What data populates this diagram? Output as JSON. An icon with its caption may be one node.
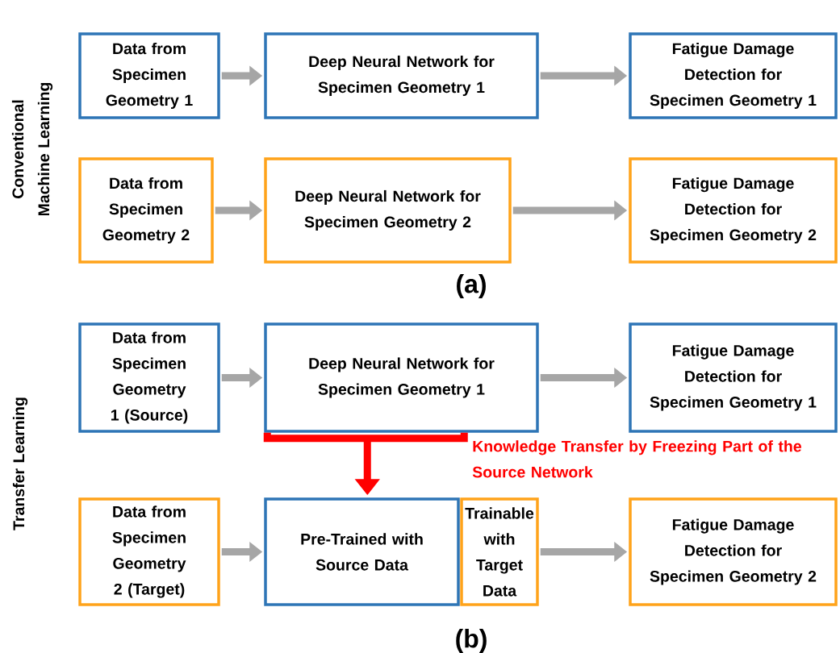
{
  "diagram": {
    "nodes": [
      {
        "text": [
          "Data from Specimen Geometry 1"
        ]
      },
      {
        "text": [
          "Deep Neural Network for Specimen Geometry 1"
        ]
      },
      {
        "text": [
          "Fatigue Damage Detection for Specimen Geometry 1"
        ]
      },
      {
        "text": [
          "Data from Specimen Geometry 2"
        ]
      },
      {
        "text": [
          "Deep Neural Network for Specimen Geometry 2"
        ]
      },
      {
        "text": [
          "Fatigue Damage Detection for Specimen Geometry 2"
        ]
      },
      {
        "text": [
          "Data from Specimen Geometry 1 (Source)"
        ]
      },
      {
        "text": [
          "Deep Neural Network for Specimen Geometry 1"
        ]
      },
      {
        "text": [
          "Fatigue Damage Detection for Specimen Geometry 1"
        ]
      },
      {
        "text": [
          "Data from Specimen Geometry 2 (Target)"
        ]
      },
      {
        "text": [
          "Pre-Trained with Source Data"
        ]
      },
      {
        "text": [
          "Trainable with Target Data"
        ]
      },
      {
        "text": [
          "Fatigue Damage Detection for Specimen Geometry 2"
        ]
      }
    ],
    "edges": [
      {
        "from": 0,
        "to": 1,
        "arrow": "to"
      },
      {
        "from": 1,
        "to": 2,
        "arrow": "to"
      },
      {
        "from": 3,
        "to": 4,
        "arrow": "to"
      },
      {
        "from": 4,
        "to": 5,
        "arrow": "to"
      },
      {
        "from": 6,
        "to": 7,
        "arrow": "to"
      },
      {
        "from": 7,
        "to": 8,
        "arrow": "to"
      },
      {
        "from": 7,
        "to": 10,
        "arrow": "to",
        "label": "Knowledge Transfer by Freezing Part of the Source Network",
        "color": "#ff0000"
      },
      {
        "from": 9,
        "to": 10,
        "arrow": "to"
      },
      {
        "from": 11,
        "to": 12,
        "arrow": "to"
      }
    ],
    "labels": [
      "Conventional Machine Learning",
      "(a)",
      "Transfer Learning",
      "(b)"
    ]
  }
}
